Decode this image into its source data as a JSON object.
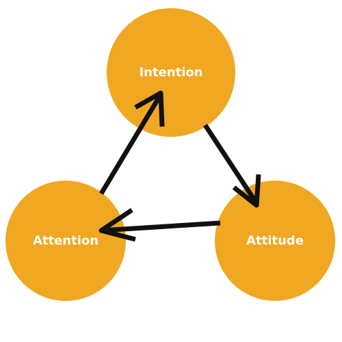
{
  "diagram": {
    "node_color": "#F0A722",
    "arrow_color": "#111111",
    "nodes": [
      {
        "id": "intention",
        "label": "Intention"
      },
      {
        "id": "attitude",
        "label": "Attitude"
      },
      {
        "id": "attention",
        "label": "Attention"
      }
    ],
    "edges": [
      {
        "from": "intention",
        "to": "attitude"
      },
      {
        "from": "attitude",
        "to": "attention"
      },
      {
        "from": "attention",
        "to": "intention"
      }
    ]
  }
}
